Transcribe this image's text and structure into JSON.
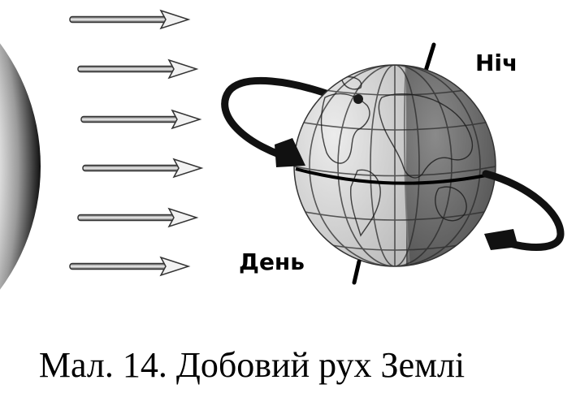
{
  "labels": {
    "night": "Ніч",
    "day": "День"
  },
  "caption": "Мал. 14. Добовий рух Землі",
  "colors": {
    "sun_dark": "#0a0a0a",
    "day_side": "#d4d4d4",
    "night_side": "#6e6e6e",
    "ink": "#000000"
  },
  "icons": [
    "sun-shape",
    "sunlight-arrow",
    "earth-globe",
    "rotation-arrow",
    "axis-line"
  ]
}
